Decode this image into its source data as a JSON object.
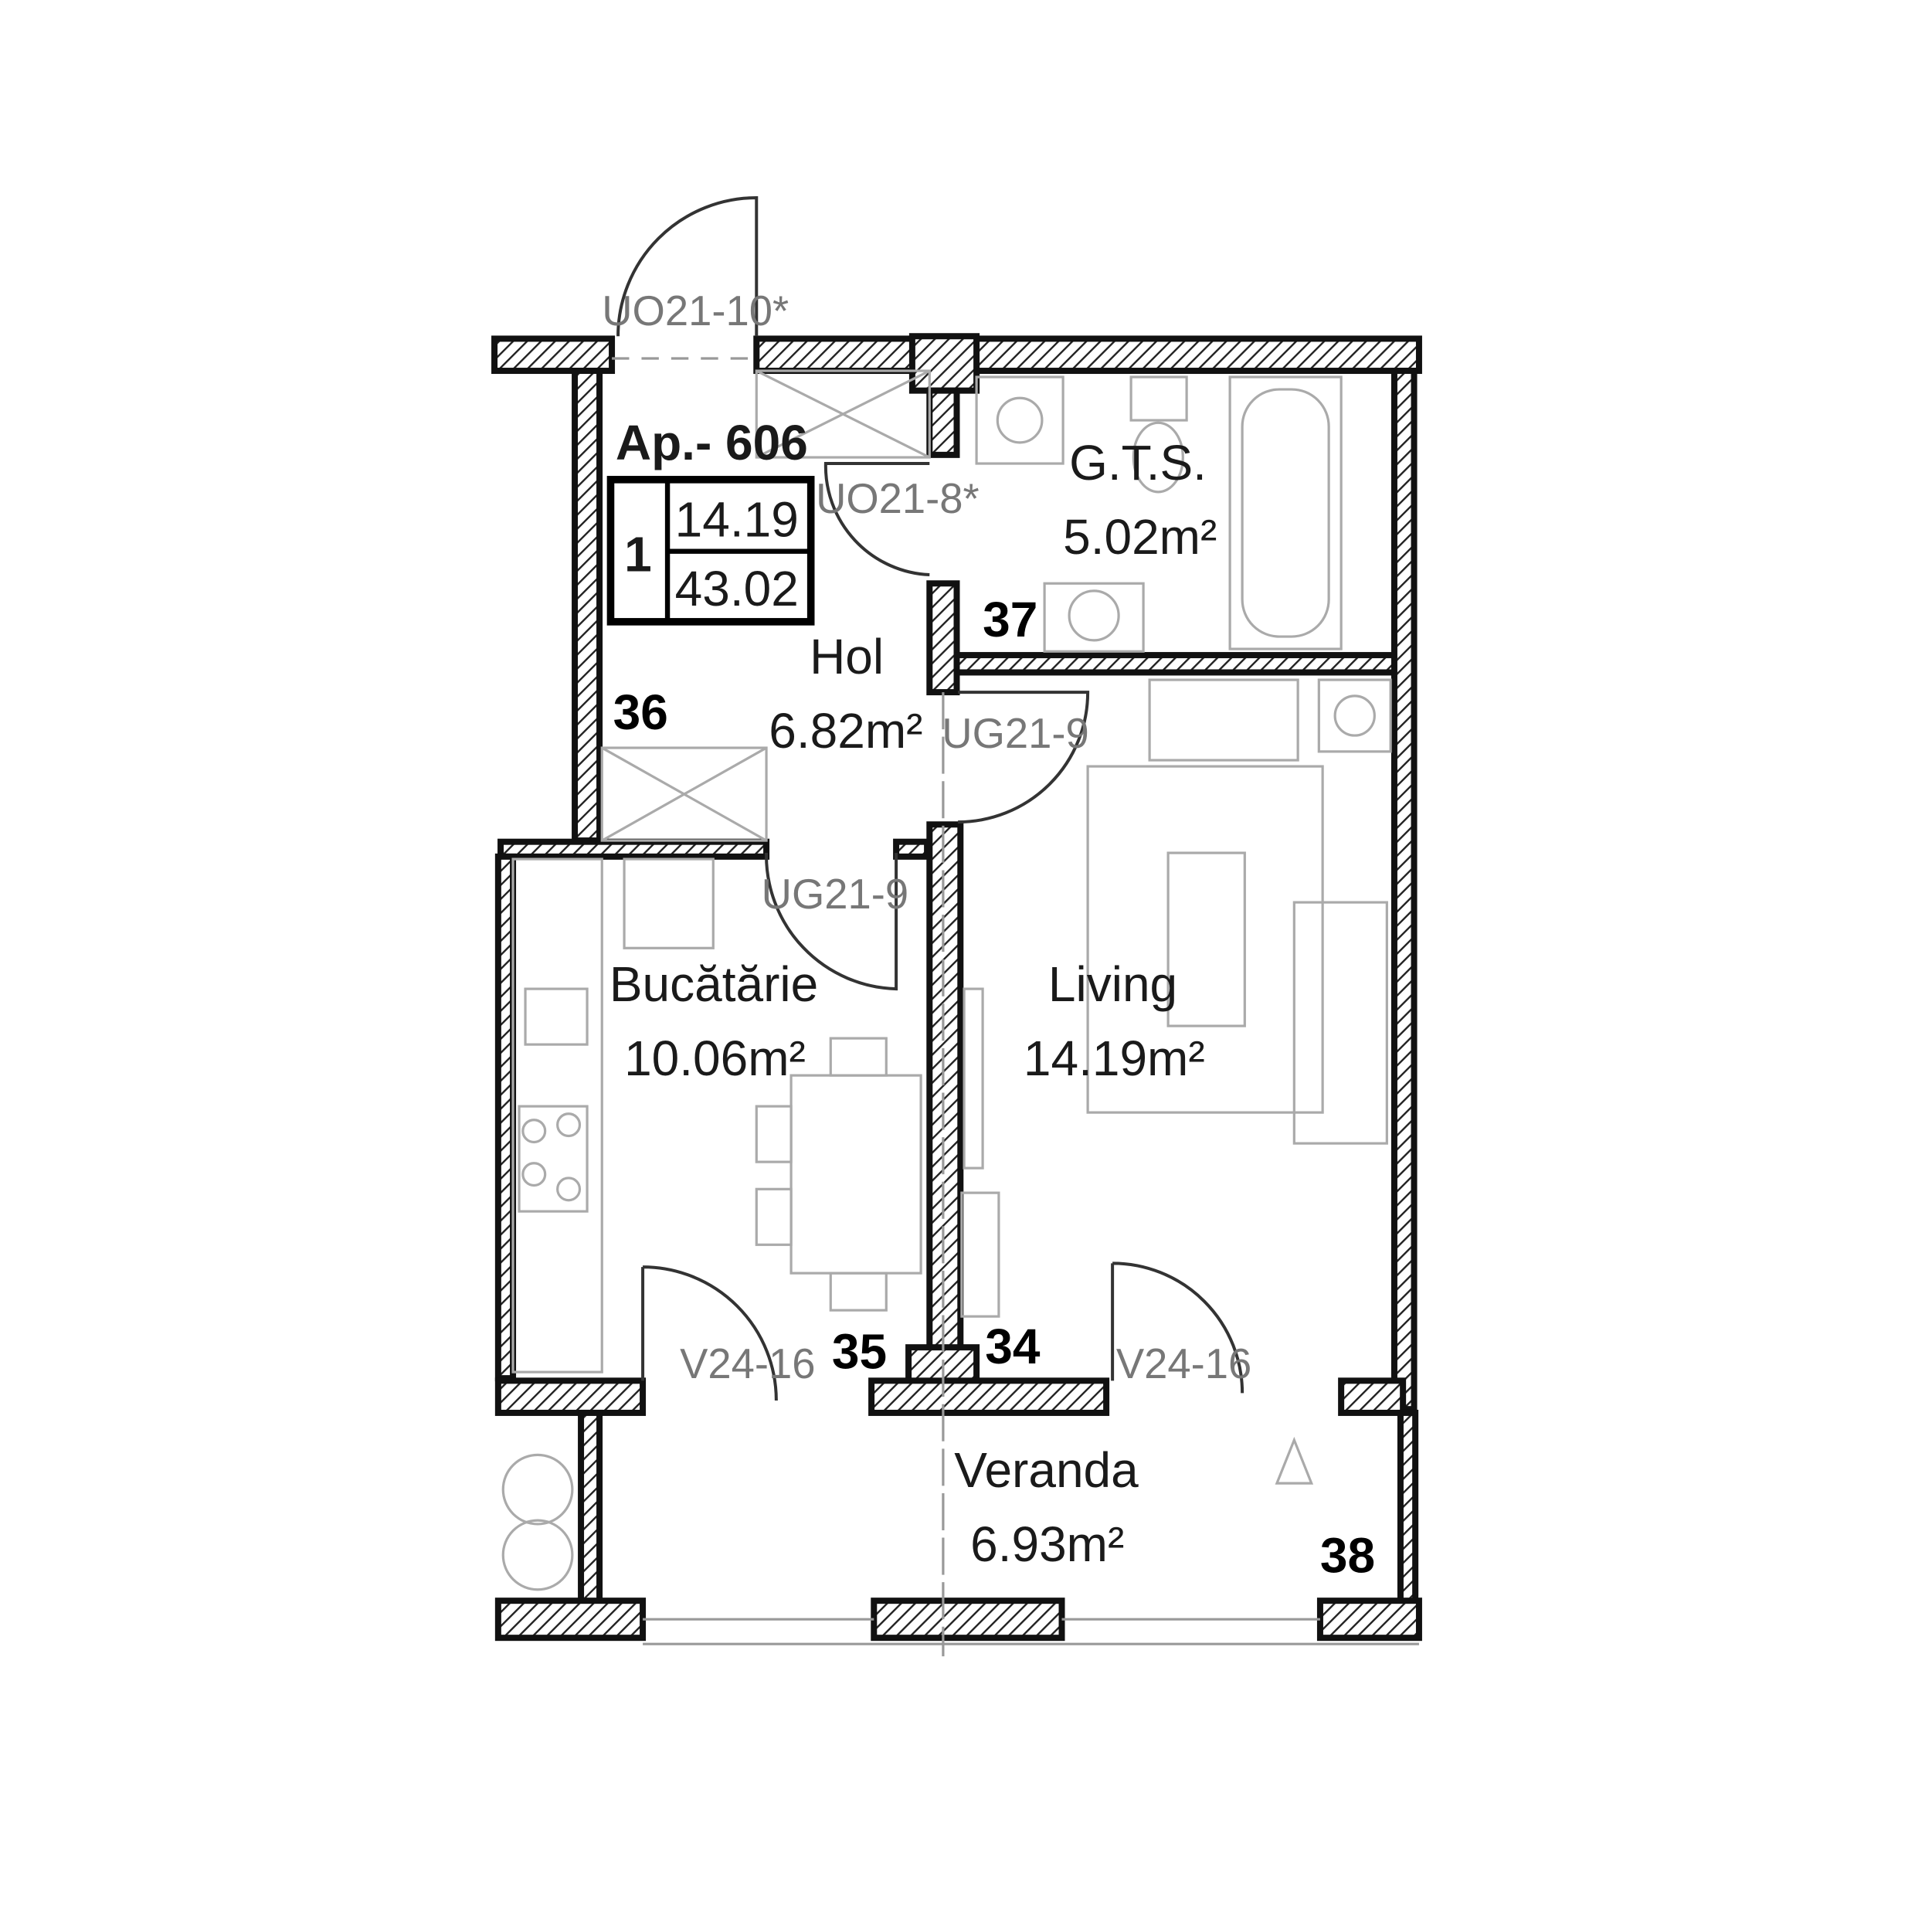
{
  "apartment": {
    "label": "Ap.- 606",
    "rooms_count": "1",
    "living_area": "14.19",
    "total_area": "43.02"
  },
  "rooms": {
    "hol": {
      "name": "Hol",
      "area": "6.82m²"
    },
    "gts": {
      "name": "G.T.S.",
      "area": "5.02m²"
    },
    "bucatarie": {
      "name": "Bucătărie",
      "area": "10.06m²"
    },
    "living": {
      "name": "Living",
      "area": "14.19m²"
    },
    "veranda": {
      "name": "Veranda",
      "area": "6.93m²"
    }
  },
  "door_codes": {
    "entry": "UO21-10*",
    "bath": "UO21-8*",
    "living": "UG21-9",
    "kitchen": "UG21-9",
    "veranda_kitchen": "V24-16",
    "veranda_living": "V24-16"
  },
  "markers": [
    "36",
    "37",
    "35",
    "34",
    "38"
  ],
  "colors": {
    "wall": "#111111",
    "furniture": "#aaaaaa",
    "text": "#1a1a1a",
    "code_text": "#777777"
  }
}
